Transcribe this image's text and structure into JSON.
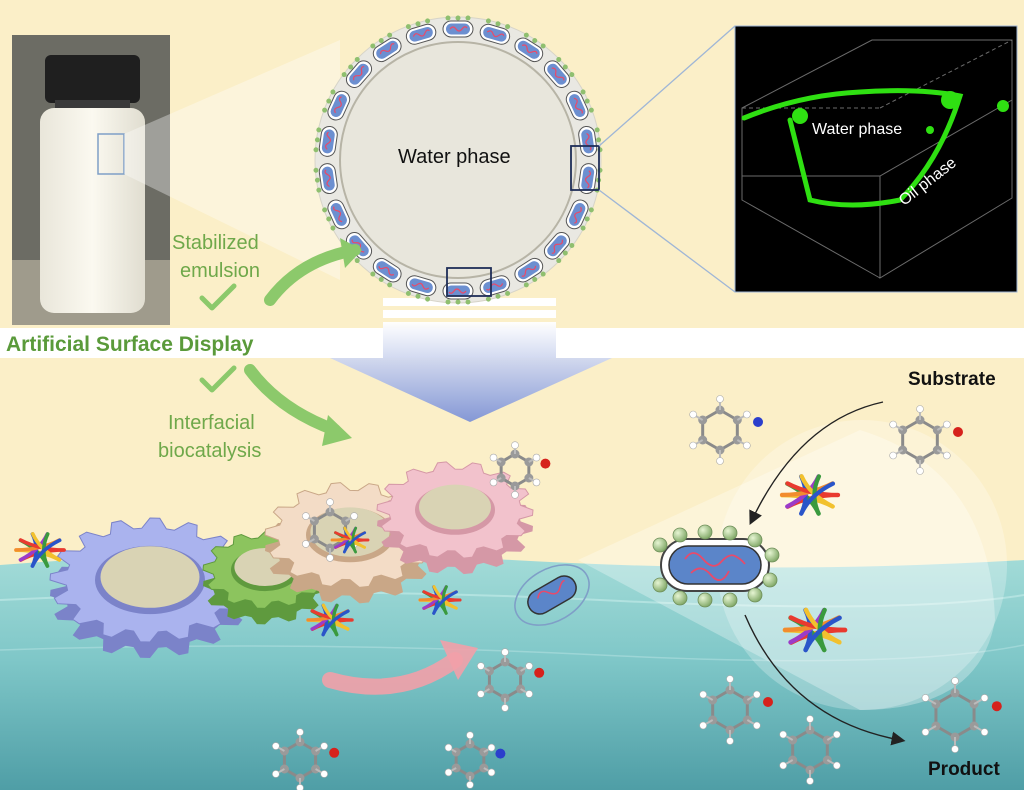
{
  "colors": {
    "background": "#fbefc8",
    "accent_green": "#6fa84a",
    "band_title_green": "#5a9a3a",
    "water": "#7fc7c8",
    "fluorescence": "#2fe012"
  },
  "labels": {
    "water_phase_circle": "Water phase",
    "micro_water": "Water phase",
    "micro_oil": "Oil phase",
    "stabilized": "Stabilized",
    "emulsion": "emulsion",
    "artificial_surface_display": "Artificial Surface Display",
    "interfacial": "Interfacial",
    "biocatalysis": "biocatalysis",
    "substrate": "Substrate",
    "product": "Product"
  },
  "icons": [
    "checkmark-icon",
    "gear-icon",
    "enzyme-icon",
    "molecule-icon",
    "cell-icon",
    "vial-icon"
  ]
}
